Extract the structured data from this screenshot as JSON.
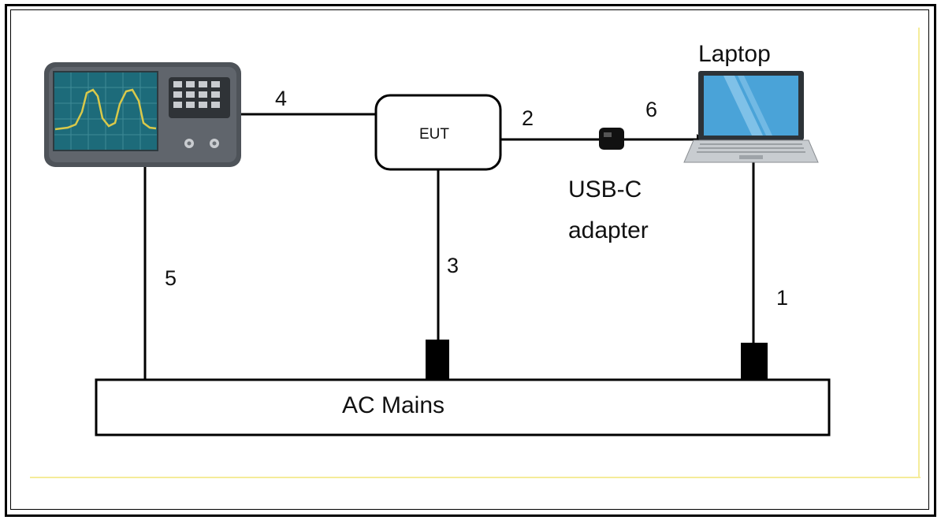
{
  "diagram": {
    "title": "",
    "laptop_label": "Laptop",
    "eut_label": "EUT",
    "usb_adapter_label_line1": "USB-C",
    "usb_adapter_label_line2": "adapter",
    "ac_mains_label": "AC Mains",
    "cable_labels": {
      "c1": "1",
      "c2": "2",
      "c3": "3",
      "c4": "4",
      "c5": "5",
      "c6": "6"
    },
    "colors": {
      "instrument_body": "#555a60",
      "instrument_screen": "#1d6b7a",
      "trace": "#d9c94a",
      "laptop_screen": "#4aa3d8",
      "frame_accent": "#f5ec9a"
    }
  }
}
